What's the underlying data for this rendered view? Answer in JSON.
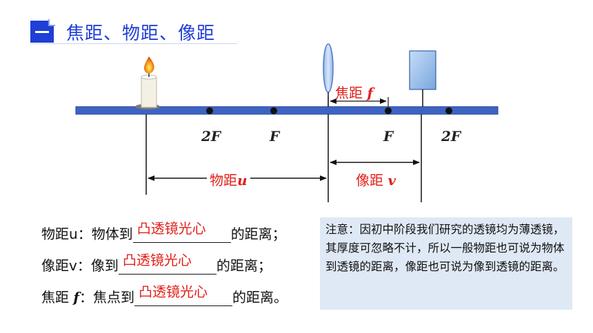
{
  "heading": {
    "title": "焦距、物距、像距",
    "badge": "一"
  },
  "diagram": {
    "points": {
      "f2_left": "2F",
      "f_left": "F",
      "f_right": "F",
      "f2_right": "2F"
    },
    "focal_label": "焦距",
    "focal_symbol": "f",
    "object_distance_label": "物距",
    "object_distance_symbol": "u",
    "image_distance_label": "像距",
    "image_distance_symbol": "v"
  },
  "definitions": [
    {
      "term": "物距u",
      "sep": "：",
      "prefix": "物体到",
      "answer": "凸透镜光心",
      "suffix": "的距离；"
    },
    {
      "term": "像距v",
      "sep": "：",
      "prefix": "像到",
      "answer": "凸透镜光心",
      "suffix": "的距离；"
    },
    {
      "term": "焦距",
      "term_symbol": "f",
      "sep": "：",
      "prefix": "焦点到",
      "answer": "凸透镜光心",
      "suffix": "的距离。"
    }
  ],
  "note": {
    "text": "注意：因初中阶段我们研究的透镜均为薄透镜，其厚度可忽略不计，所以一般物距也可说为物体到透镜的距离，像距也可说为像到透镜的距离。"
  },
  "colors": {
    "heading": "#1f3fd6",
    "answer": "#e2201a",
    "axis": "#3d64c4",
    "note_bg": "#dfe9f5"
  }
}
